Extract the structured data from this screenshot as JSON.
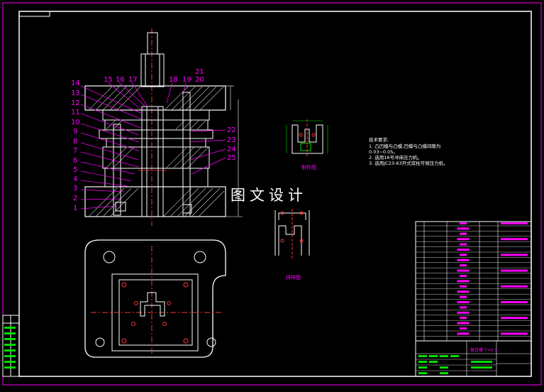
{
  "drawing": {
    "watermark": "图文设计",
    "tech_req": {
      "title": "技术要求:",
      "lines": [
        "1. 凸凹模与凸模,凹模与凸模间隙为",
        "0.03~0.05。",
        "2. 选用16号冲床压力机。",
        "3. 选用JC23-63开式双柱可倾压力机。"
      ]
    },
    "part_view_label": "制件图",
    "layout_view_label": "排样图",
    "part_numbers_left": [
      "14",
      "13",
      "12",
      "11",
      "10",
      "9",
      "8",
      "7",
      "6",
      "5",
      "4",
      "3",
      "2",
      "1"
    ],
    "part_numbers_top": [
      "15",
      "16",
      "17",
      "18",
      "19"
    ],
    "part_numbers_top_right": [
      "21",
      "20"
    ],
    "part_numbers_right": [
      "22",
      "23",
      "24",
      "25"
    ],
    "title_block": {
      "cell_1": "复合模",
      "cell_2": "T=0.5"
    }
  }
}
